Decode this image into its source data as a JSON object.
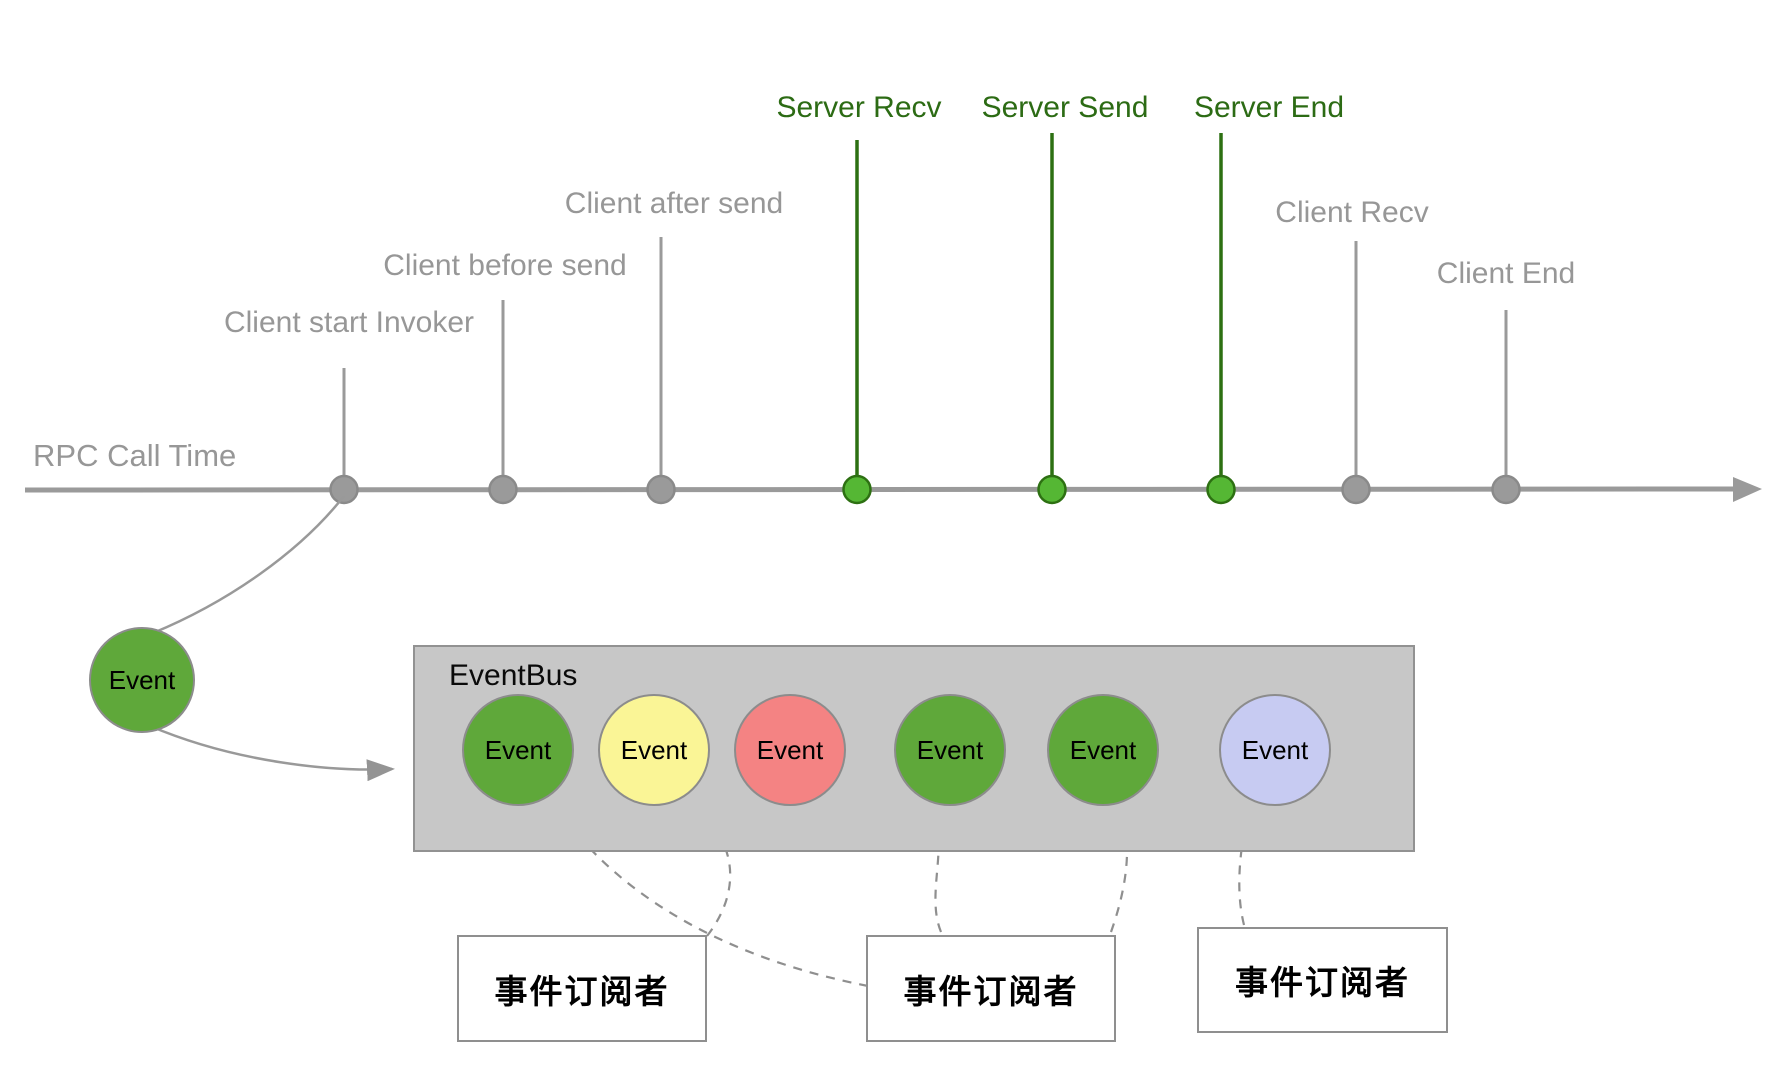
{
  "diagram": {
    "axis_label": "RPC Call Time",
    "timeline_events": [
      {
        "label": "Client start Invoker",
        "side": "client"
      },
      {
        "label": "Client before send",
        "side": "client"
      },
      {
        "label": "Client after send",
        "side": "client"
      },
      {
        "label": "Server Recv",
        "side": "server"
      },
      {
        "label": "Server Send",
        "side": "server"
      },
      {
        "label": "Server End",
        "side": "server"
      },
      {
        "label": "Client Recv",
        "side": "client"
      },
      {
        "label": "Client End",
        "side": "client"
      }
    ],
    "source_event": {
      "label": "Event",
      "color": "#5fa83a"
    },
    "eventbus": {
      "title": "EventBus",
      "events": [
        {
          "label": "Event",
          "color": "#5fa83a"
        },
        {
          "label": "Event",
          "color": "#faf596"
        },
        {
          "label": "Event",
          "color": "#f48383"
        },
        {
          "label": "Event",
          "color": "#5fa83a"
        },
        {
          "label": "Event",
          "color": "#5fa83a"
        },
        {
          "label": "Event",
          "color": "#c7cbf2"
        }
      ]
    },
    "subscribers": [
      {
        "label": "事件订阅者"
      },
      {
        "label": "事件订阅者"
      },
      {
        "label": "事件订阅者"
      }
    ],
    "colors": {
      "axis_gray": "#9a9a9a",
      "client_text": "#979797",
      "server_text": "#2c6b14",
      "server_tick": "#2d7012",
      "server_dot_fill": "#55b734",
      "client_dot_fill": "#9a9a9a",
      "dashed_line": "#8f8f8f",
      "bus_fill": "#c7c7c7"
    }
  }
}
